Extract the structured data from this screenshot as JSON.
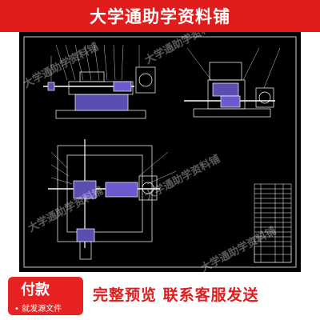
{
  "banner": {
    "title": "大学通助学资料铺"
  },
  "drawing": {
    "watermark": "大学通助学资料铺",
    "colors": {
      "background": "#000000",
      "line": "#ffffff",
      "part": "#6a5acd",
      "watermark": "#ffffff"
    }
  },
  "footer": {
    "pay_label": "付款",
    "pay_sub": "• 就发源文件",
    "slogan": "完整预览  联系客服发送"
  },
  "colors": {
    "accent": "#e01c1c"
  }
}
